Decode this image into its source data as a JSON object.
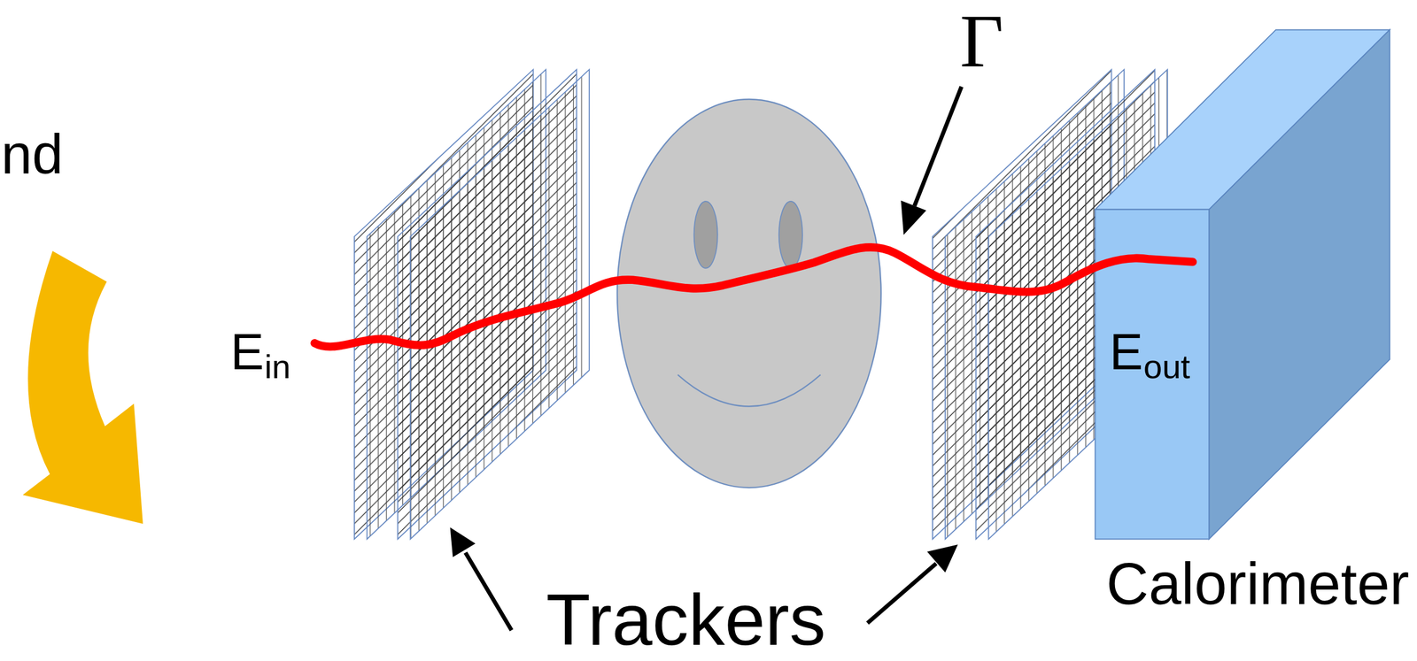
{
  "diagram": {
    "labels": [
      "nd",
      "Γ",
      "E",
      "in",
      "E",
      "out",
      "Trackers",
      "Calorimeter"
    ]
  }
}
